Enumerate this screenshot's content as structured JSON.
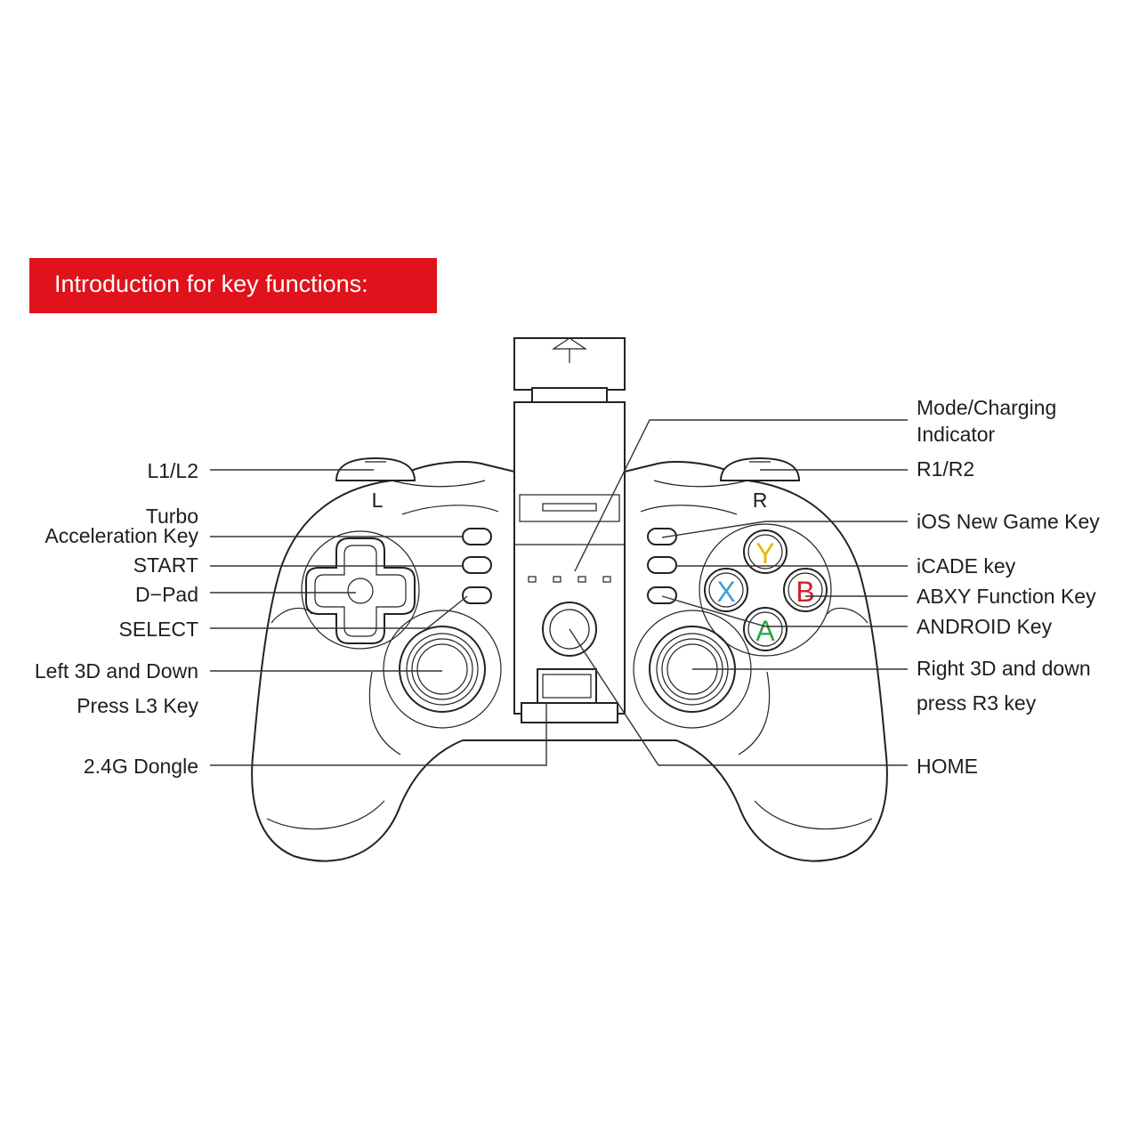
{
  "header": {
    "title": "Introduction for key functions:"
  },
  "colors": {
    "banner": "#e0121b",
    "banner_text": "#ffffff",
    "button_y": "#e6b800",
    "button_b": "#d0202a",
    "button_x": "#3aa0d8",
    "button_a": "#2aa845"
  },
  "face_buttons": {
    "y": "Y",
    "b": "B",
    "x": "X",
    "a": "A"
  },
  "shoulder_marks": {
    "left": "L",
    "right": "R"
  },
  "labels_left": {
    "l1l2": "L1/L2",
    "turbo_1": "Turbo",
    "turbo_2": "Acceleration Key",
    "start": "START",
    "dpad": "D−Pad",
    "select": "SELECT",
    "left_stick_1": "Left 3D and Down",
    "left_stick_2": "Press L3 Key",
    "dongle": "2.4G Dongle"
  },
  "labels_right": {
    "mode_1": "Mode/Charging",
    "mode_2": "Indicator",
    "r1r2": "R1/R2",
    "ios": "iOS New Game Key",
    "icade": "iCADE key",
    "abxy": "ABXY Function Key",
    "android": "ANDROID Key",
    "right_stick_1": "Right 3D and down",
    "right_stick_2": "press R3 key",
    "home": "HOME"
  }
}
